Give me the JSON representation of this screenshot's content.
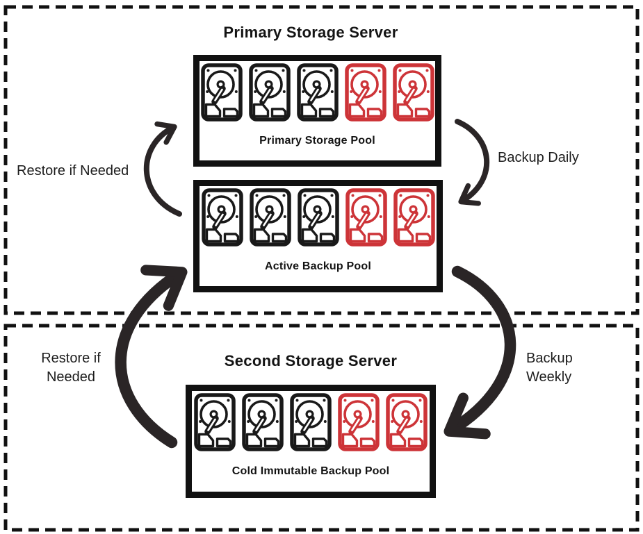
{
  "palette": {
    "ink": "#161616",
    "arrow": "#2a2526",
    "drive_black": "#191919",
    "drive_red": "#cd3438",
    "background": "#ffffff"
  },
  "servers": [
    {
      "title": "Primary Storage Server",
      "pools": [
        {
          "label": "Primary Storage Pool",
          "drives": [
            "black",
            "black",
            "black",
            "red",
            "red"
          ]
        },
        {
          "label": "Active Backup Pool",
          "drives": [
            "black",
            "black",
            "black",
            "red",
            "red"
          ]
        }
      ]
    },
    {
      "title": "Second Storage Server",
      "pools": [
        {
          "label": "Cold Immutable Backup Pool",
          "drives": [
            "black",
            "black",
            "black",
            "red",
            "red"
          ]
        }
      ]
    }
  ],
  "arrows": [
    {
      "id": "backup-daily",
      "label": "Backup Daily"
    },
    {
      "id": "restore-daily",
      "label": "Restore if Needed"
    },
    {
      "id": "backup-weekly",
      "label": "Backup Weekly"
    },
    {
      "id": "restore-weekly",
      "label": "Restore if Needed"
    }
  ]
}
